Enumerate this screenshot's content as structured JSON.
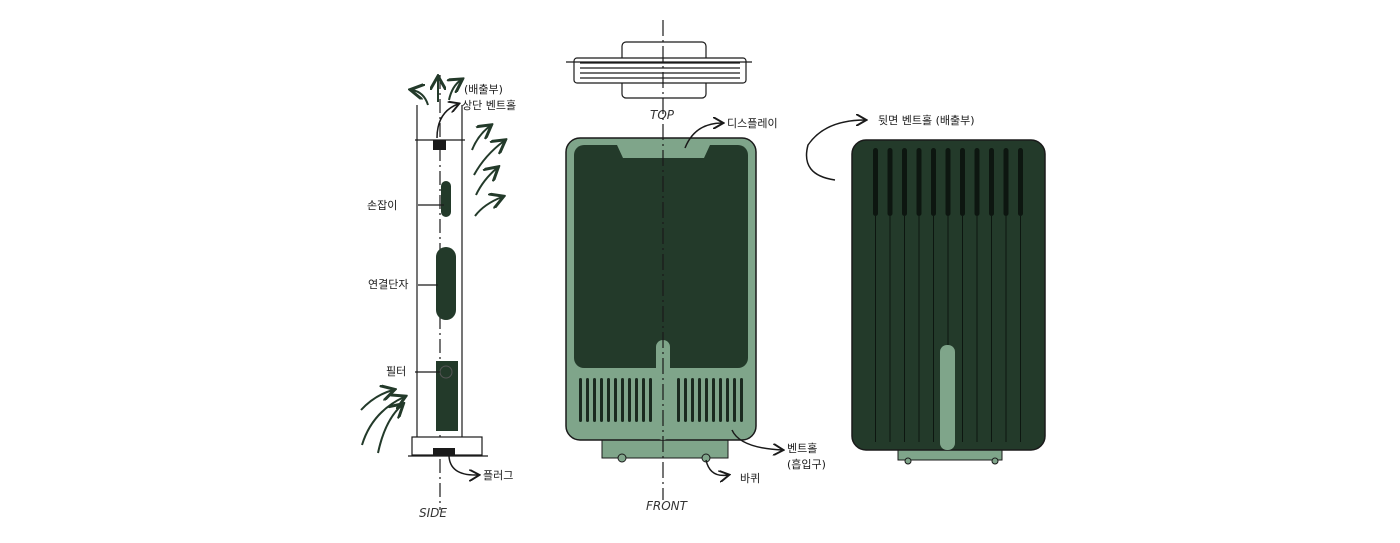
{
  "views": {
    "side": {
      "title": "SIDE",
      "labels": {
        "exhaust": "(배출부)",
        "top_vent": "상단 벤트홀",
        "handle": "손잡이",
        "connector": "연결단자",
        "filter": "필터",
        "plug": "플러그"
      }
    },
    "top": {
      "title": "TOP"
    },
    "front": {
      "title": "FRONT",
      "labels": {
        "display": "디스플레이",
        "intake_vent": "벤트홀",
        "intake_vent_sub": "(흡입구)",
        "wheel": "바퀴"
      }
    },
    "back": {
      "labels": {
        "rear_vent": "뒷면 벤트홀 (배출부)"
      }
    }
  },
  "colors": {
    "dark_green": "#233a2a",
    "light_green": "#7fa58a",
    "ink": "#1a1a1a"
  }
}
